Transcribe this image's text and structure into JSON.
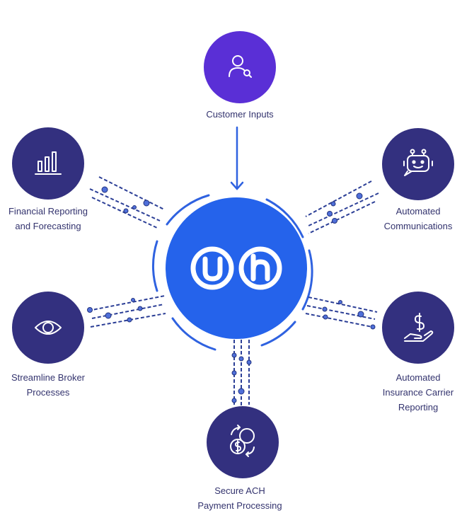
{
  "hub": {
    "logo_text": "uh"
  },
  "nodes": {
    "customer_inputs": {
      "label": "Customer Inputs",
      "icon": "user-search-icon",
      "color": "#5a2fd6"
    },
    "financial_reporting": {
      "label_line1": "Financial Reporting",
      "label_line2": "and Forecasting",
      "icon": "bar-chart-icon",
      "color": "#33307f"
    },
    "automated_communications": {
      "label_line1": "Automated",
      "label_line2": "Communications",
      "icon": "robot-icon",
      "color": "#33307f"
    },
    "streamline_broker": {
      "label_line1": "Streamline Broker",
      "label_line2": "Processes",
      "icon": "eye-icon",
      "color": "#33307f"
    },
    "automated_carrier_reporting": {
      "label_line1": "Automated",
      "label_line2": "Insurance Carrier",
      "label_line3": "Reporting",
      "icon": "hand-dollar-icon",
      "color": "#33307f"
    },
    "secure_ach": {
      "label_line1": "Secure ACH",
      "label_line2": "Payment Processing",
      "icon": "coins-exchange-icon",
      "color": "#33307f"
    }
  },
  "colors": {
    "hub": "#2563eb",
    "ring": "#2f62e0",
    "connector": "#2b3e96",
    "label": "#33336e"
  }
}
